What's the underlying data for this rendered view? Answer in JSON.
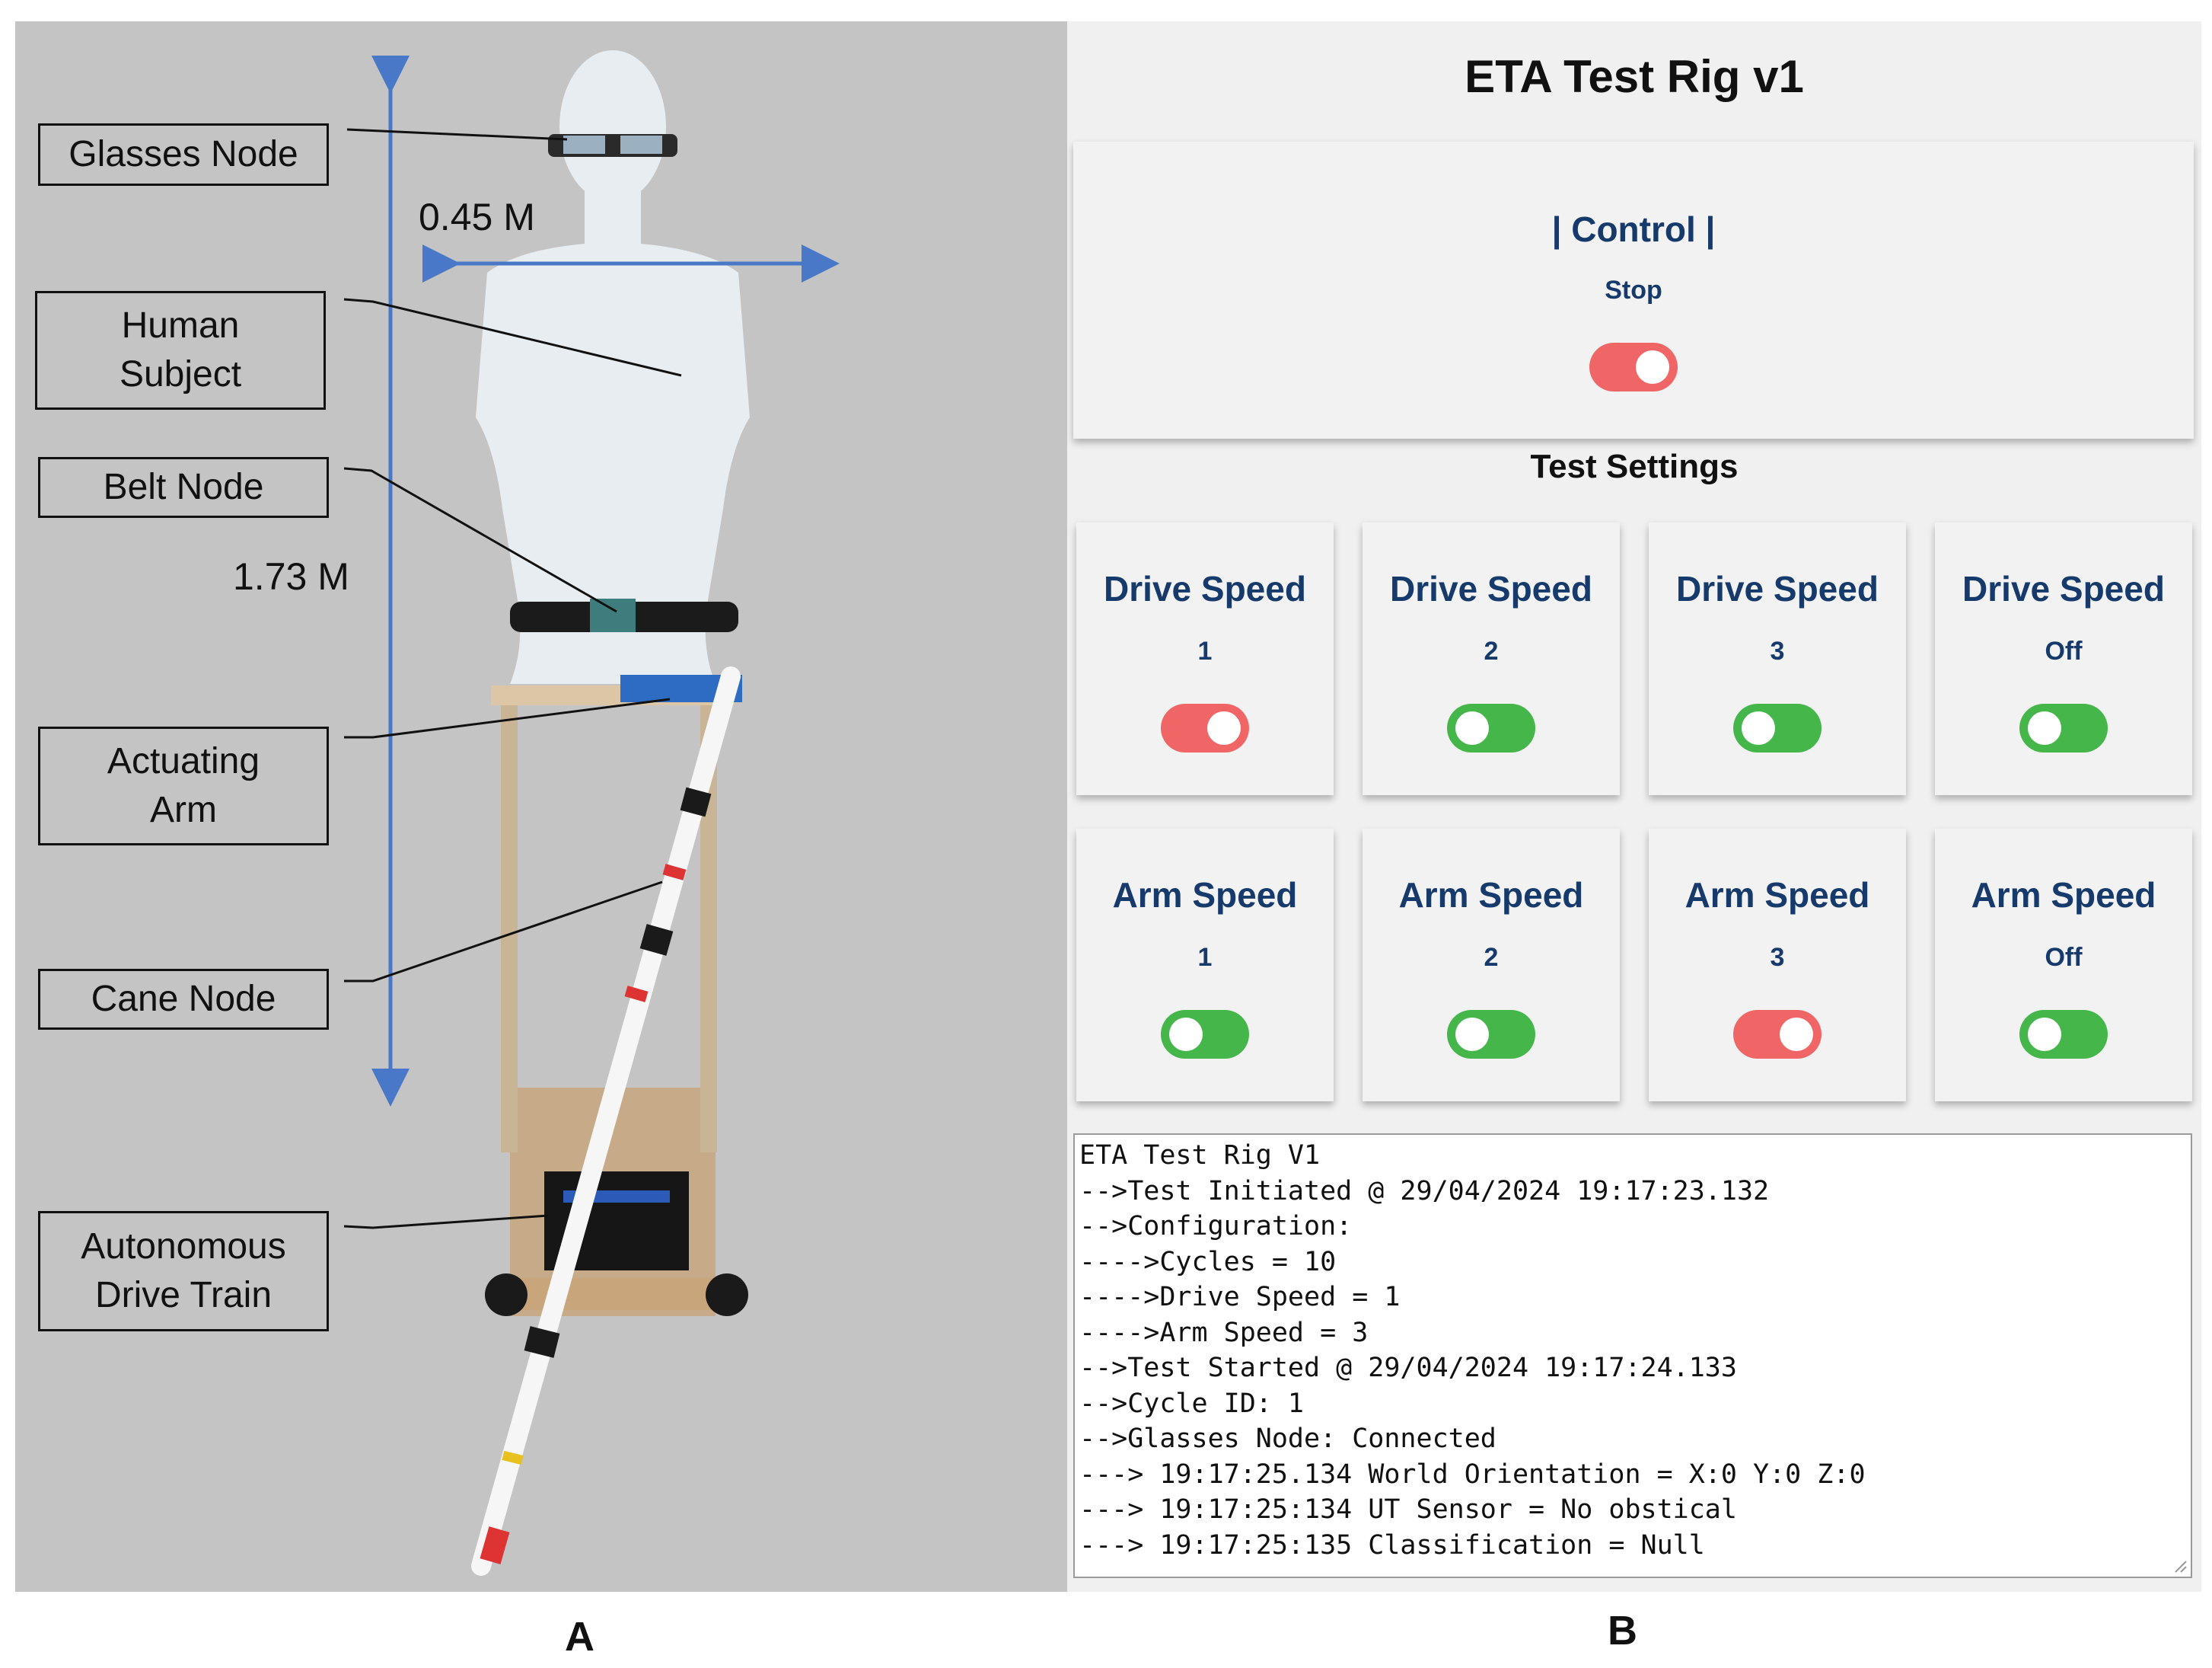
{
  "figure": {
    "label_a": "A",
    "label_b": "B"
  },
  "rig_photo": {
    "callouts": {
      "glasses_node": "Glasses Node",
      "human_subject_1": "Human",
      "human_subject_2": "Subject",
      "belt_node": "Belt Node",
      "actuating_arm_1": "Actuating",
      "actuating_arm_2": "Arm",
      "cane_node": "Cane Node",
      "drive_train_1": "Autonomous",
      "drive_train_2": "Drive Train"
    },
    "measurements": {
      "width": "0.45 M",
      "height": "1.73 M"
    },
    "colors": {
      "background": "#c4c4c4",
      "arrow": "#4a78c8",
      "mannequin": "#e8edf2"
    }
  },
  "app": {
    "title": "ETA Test Rig v1",
    "control": {
      "title": "| Control |",
      "state": "Stop",
      "toggle_on": false
    },
    "settings_heading": "Test Settings",
    "drive_speed": [
      {
        "title": "Drive Speed",
        "value": "1",
        "toggle_on": false
      },
      {
        "title": "Drive Speed",
        "value": "2",
        "toggle_on": true
      },
      {
        "title": "Drive Speed",
        "value": "3",
        "toggle_on": true
      },
      {
        "title": "Drive Speed",
        "value": "Off",
        "toggle_on": true
      }
    ],
    "arm_speed": [
      {
        "title": "Arm Speed",
        "value": "1",
        "toggle_on": true
      },
      {
        "title": "Arm Speed",
        "value": "2",
        "toggle_on": true
      },
      {
        "title": "Arm Speed",
        "value": "3",
        "toggle_on": false
      },
      {
        "title": "Arm Speed",
        "value": "Off",
        "toggle_on": true
      }
    ],
    "console_lines": [
      "ETA Test Rig V1",
      "-->Test Initiated @ 29/04/2024 19:17:23.132",
      "-->Configuration:",
      "---->Cycles = 10",
      "---->Drive Speed = 1",
      "---->Arm Speed = 3",
      "-->Test Started @ 29/04/2024 19:17:24.133",
      "-->Cycle ID: 1",
      "-->Glasses Node: Connected",
      "---> 19:17:25.134 World Orientation = X:0 Y:0 Z:0",
      "---> 19:17:25:134 UT Sensor = No obstical",
      "---> 19:17:25:135 Classification = Null"
    ],
    "colors": {
      "toggle_off": "#f06666",
      "toggle_on": "#45b649",
      "card_title": "#163a6b",
      "panel_bg": "#f0f0f0"
    }
  }
}
